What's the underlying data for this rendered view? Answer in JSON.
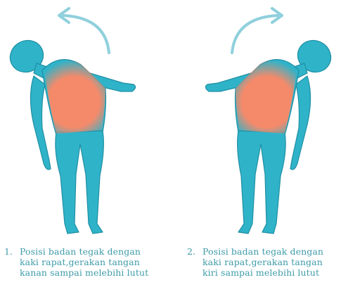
{
  "colors": {
    "body": "#2fb3c9",
    "body_outline": "#1f8fa3",
    "highlight": "#f58a6a",
    "arrow": "#8fd0dc",
    "caption_text": "#3f9ba8"
  },
  "steps": [
    {
      "number": "1.",
      "lines": [
        "Posisi badan tegak dengan",
        "kaki rapat,gerakan tangan",
        "kanan sampai melebihi lutut"
      ],
      "arrow_icon": "curved-arrow-left-icon"
    },
    {
      "number": "2.",
      "lines": [
        "Posisi badan tegak dengan",
        "kaki rapat,gerakan tangan",
        "kiri sampai melebihi lutut"
      ],
      "arrow_icon": "curved-arrow-right-icon"
    }
  ]
}
